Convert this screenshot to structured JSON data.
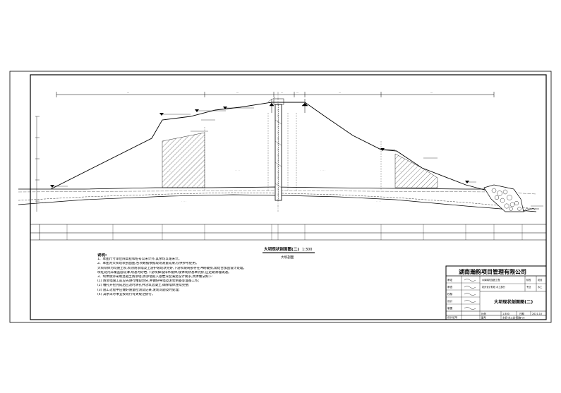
{
  "drawing": {
    "main_title": "大坝现状剖面图(二)",
    "scale": "1:300",
    "subtitle": "大坝剖面",
    "notes_heading": "说明:",
    "notes": [
      "1、本图尺寸单位除高程和桩号以米计外,其余均以毫米计。",
      "2、本图为大坝现状剖面图,各项数据依据现场测量成果,仅供参考使用。",
      "   大坝坝体为均质土坝,坝顶防浪墙及上游护坡现状完好,下游坝坡局部存在冲刷破损,需结合加固设计处理。",
      "   坝址处河床覆盖层较薄,坝基为砂岩,下游坝脚设排水棱体,棱体现状基本完好,应定期清理疏通。",
      "3、坝体防渗采用混凝土防渗墙,防渗墙嵌入基岩深度满足设计要求,具体做法如下:",
      "   (1) 防渗墙施工前应先进行槽段划分,并做好导墙及泥浆制备等准备工作;",
      "   (2) 槽孔开挖完成后应及时清孔并浇筑混凝土,确保墙体连续完整;",
      "   (3) 施工过程中应做好质量检测及记录,发现问题及时处理;",
      "   (4) 其余未尽事宜按现行有关规范执行。"
    ]
  },
  "title_block": {
    "company": "湖南瀚韵项目管理有限公司",
    "labels": [
      "审定",
      "审查",
      "校核",
      "设计",
      "制图",
      "设计证号"
    ],
    "project_lines": [
      "水库除险加固工程",
      "初步设计阶段 水工部分"
    ],
    "stage_labels": [
      "阶段",
      "初设",
      "专业",
      "水工"
    ],
    "drawing_name": "大坝现状剖面图(二)",
    "bottom_labels": [
      "比例",
      "1:300",
      "日期",
      "2021.10",
      "图号"
    ],
    "drawing_number": "水初-水工总-坝施-02"
  }
}
